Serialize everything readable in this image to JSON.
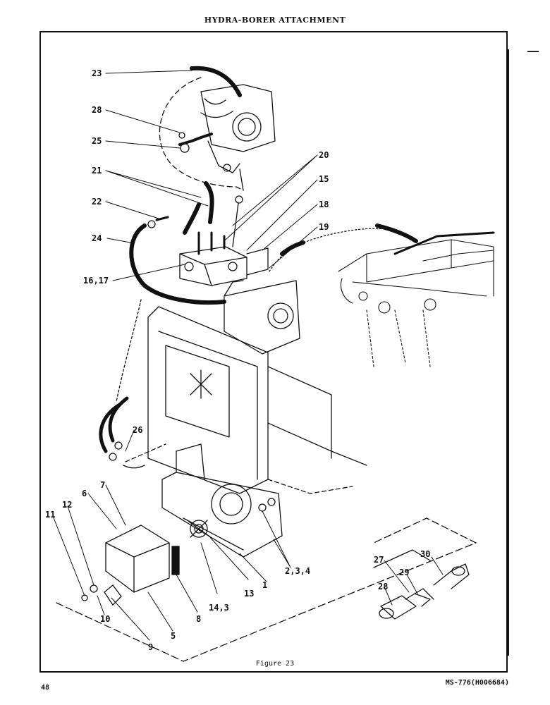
{
  "header": {
    "title": "HYDRA-BORER ATTACHMENT"
  },
  "callouts": {
    "c23": "23",
    "c28": "28",
    "c25": "25",
    "c20": "20",
    "c21": "21",
    "c15": "15",
    "c22": "22",
    "c18": "18",
    "c19": "19",
    "c24": "24",
    "c1617": "16,17",
    "c26": "26",
    "c7": "7",
    "c6": "6",
    "c11": "11",
    "c12": "12",
    "c234": "2,3,4",
    "c1": "1",
    "c13": "13",
    "c143": "14,3",
    "c10": "10",
    "c8": "8",
    "c5": "5",
    "c9": "9",
    "c27": "27",
    "c30": "30",
    "c29": "29",
    "c28b": "28"
  },
  "caption": "Figure 23",
  "footer": {
    "page_number": "48",
    "doc_code": "MS-776(H006684)"
  }
}
